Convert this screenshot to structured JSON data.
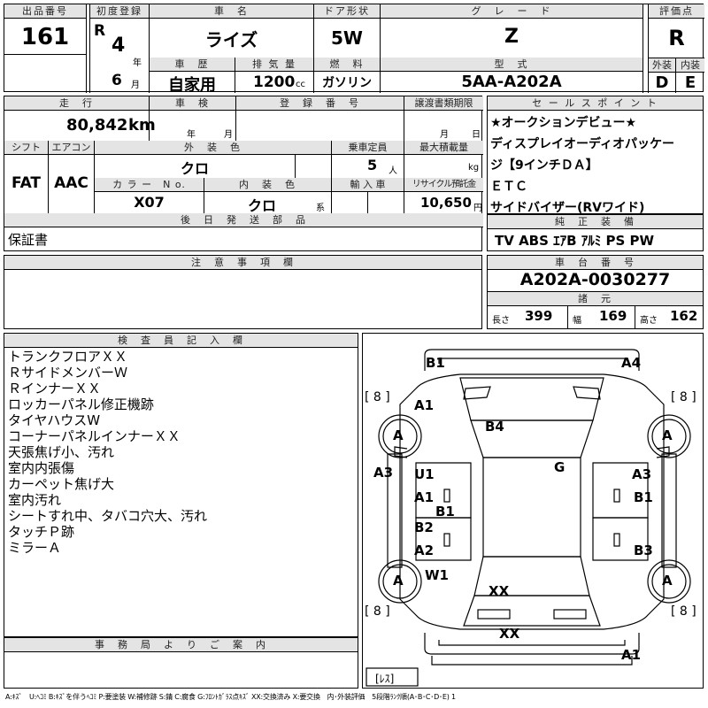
{
  "header": {
    "lot_label": "出品番号",
    "lot_number": "161",
    "first_reg_label": "初度登録",
    "era": "R",
    "year": "4",
    "year_unit": "年",
    "month": "6",
    "month_unit": "月",
    "car_name_label": "車　名",
    "car_name": "ライズ",
    "door_label": "ドア形状",
    "door": "5W",
    "grade_label": "グ　レ　ー　ド",
    "grade": "Z",
    "score_label": "評価点",
    "score": "R",
    "history_label": "車　歴",
    "history": "自家用",
    "displacement_label": "排 気 量",
    "displacement": "1200",
    "displacement_unit": "cc",
    "fuel_label": "燃　料",
    "fuel": "ガソリン",
    "model_label": "型　式",
    "model": "5AA-A202A",
    "exterior_label": "外装",
    "exterior": "D",
    "interior_label": "内装",
    "interior": "E"
  },
  "row2": {
    "mileage_label": "走　行",
    "mileage": "80,842",
    "mileage_unit": "km",
    "inspection_label": "車　検",
    "inspection_year_unit": "年",
    "inspection_month_unit": "月",
    "reg_no_label": "登　録　番　号",
    "transfer_label": "譲渡書類期限",
    "transfer_month_unit": "月",
    "transfer_day_unit": "日",
    "shift_label": "シフト",
    "shift": "FAT",
    "ac_label": "エアコン",
    "ac": "AAC",
    "ext_color_label": "外　装　色",
    "ext_color": "クロ",
    "capacity_label": "乗車定員",
    "capacity": "5",
    "capacity_unit": "人",
    "max_load_label": "最大積載量",
    "max_load_unit": "kg",
    "color_no_label": "カ ラ ー　N o.",
    "color_no": "X07",
    "int_color_label": "内　装　色",
    "int_color": "クロ",
    "int_color_unit": "系",
    "import_label": "輸 入 車",
    "recycle_label": "リサイクル預託金",
    "recycle": "10,650",
    "recycle_unit": "円",
    "later_parts_label": "後　日　発　送　部　品",
    "later_parts": "保証書"
  },
  "sales_points": {
    "label": "セ ー ル ス ポ イ ン ト",
    "lines": [
      "★オークションデビュー★",
      "ディスプレイオーディオパッケー",
      "ジ【9インチＤＡ】",
      "ＥＴＣ",
      "サイドバイザー(RVワイド)"
    ]
  },
  "genuine": {
    "label": "純　正　装　備",
    "items": "TV ABS ｴｱB ｱﾙﾐ PS PW"
  },
  "notes": {
    "label": "注　意　事　項　欄"
  },
  "chassis": {
    "label": "車　台　番　号",
    "number": "A202A-0030277",
    "dims_label": "諸　元",
    "length_label": "長さ",
    "length": "399",
    "width_label": "幅",
    "width": "169",
    "height_label": "高さ",
    "height": "162"
  },
  "inspector": {
    "label": "検　査　員　記　入　欄",
    "lines": [
      "トランクフロアＸＸ",
      "ＲサイドメンバーＷ",
      "ＲインナーＸＸ",
      "ロッカーパネル修正機跡",
      "タイヤハウスW",
      "コーナーパネルインナーＸＸ",
      "天張焦げ小、汚れ",
      "室内内張傷",
      "カーペット焦げ大",
      "室内汚れ",
      "シートすれ中、タバコ穴大、汚れ",
      "タッチＰ跡",
      "ミラーＡ"
    ]
  },
  "office": {
    "label": "事　務　局　よ　り　ご　案　内"
  },
  "diagram": {
    "marks": {
      "b1_top": "B1",
      "a4": "A4",
      "a1_left_top": "A1",
      "b4": "B4",
      "a_left_front": "A",
      "a_right_front": "A",
      "g": "G",
      "a3_left": "A3",
      "u1": "U1",
      "a3_right": "A3",
      "a1_left_mid": "A1",
      "b1_right": "B1",
      "b1_center": "B1",
      "b2": "B2",
      "a2": "A2",
      "b3": "B3",
      "a_left_rear": "A",
      "w1": "W1",
      "a_right_rear": "A",
      "xx_center": "XX",
      "xx_bottom": "XX",
      "a1_bottom": "A1"
    },
    "tires": {
      "fl": "[ 8 ]",
      "fr": "[ 8 ]",
      "rl": "[ 8 ]",
      "rr": "[ 8 ]"
    },
    "spare": "[ﾚｽ]"
  },
  "legend": "A:ｷｽﾞ　U:ﾍｺﾐ B:ｷｽﾞを伴うﾍｺﾐ P:要塗装 W:補修跡 S:錆 C:腐食 G:ﾌﾛﾝﾄｶﾞﾗｽ点ｷｽﾞ XX:交換済み X:要交換　内･外装評価　5段階ﾗﾝｸ順(A･B･C･D･E) 1"
}
